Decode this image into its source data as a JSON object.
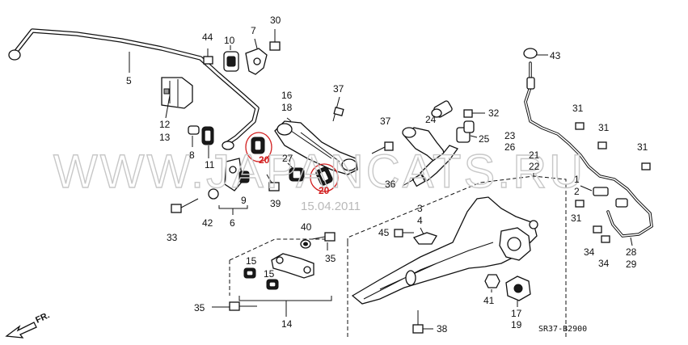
{
  "watermark": "WWW.JAPANCATS.RU",
  "date_stamp": "15.04.2011",
  "diagram_code": "SR37-B2900",
  "direction_label": "FR.",
  "callouts": {
    "c1": "1",
    "c2": "2",
    "c3": "3",
    "c4": "4",
    "c5": "5",
    "c6": "6",
    "c7": "7",
    "c8": "8",
    "c9": "9",
    "c10": "10",
    "c11": "11",
    "c12": "12",
    "c13": "13",
    "c14": "14",
    "c15a": "15",
    "c15b": "15",
    "c16": "16",
    "c17": "17",
    "c18": "18",
    "c19": "19",
    "c20a": "20",
    "c20b": "20",
    "c21": "21",
    "c22": "22",
    "c23": "23",
    "c24": "24",
    "c25": "25",
    "c26": "26",
    "c27": "27",
    "c28": "28",
    "c29": "29",
    "c30": "30",
    "c31a": "31",
    "c31b": "31",
    "c31c": "31",
    "c31d": "31",
    "c32": "32",
    "c33": "33",
    "c34a": "34",
    "c34b": "34",
    "c35a": "35",
    "c35b": "35",
    "c36": "36",
    "c37a": "37",
    "c37b": "37",
    "c38": "38",
    "c39": "39",
    "c40": "40",
    "c41": "41",
    "c42": "42",
    "c43": "43",
    "c44": "44",
    "c45": "45"
  },
  "colors": {
    "highlight": "#d21e1e",
    "ink": "#111111",
    "watermark": "#c8c8c8"
  }
}
